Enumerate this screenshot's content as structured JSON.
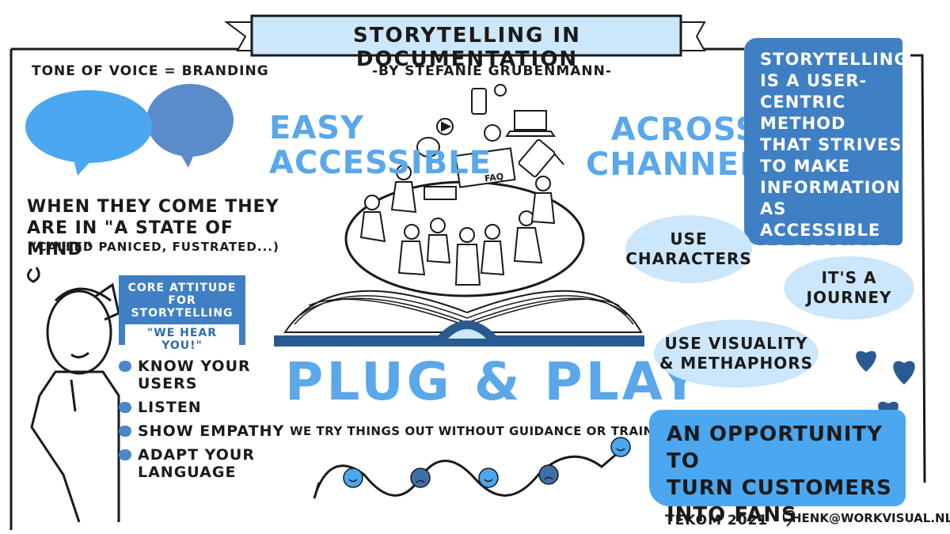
{
  "title": "STORYTELLING IN DOCUMENTATION",
  "author": "-BY STEFANIE GRUBENMANN-",
  "tone_of_voice": "TONE OF VOICE = BRANDING",
  "state_of_mind": {
    "line1": "WHEN THEY COME THEY",
    "line2": "ARE IN \"A STATE OF MIND\"",
    "sub": "(CALLED PANICED, FUSTRATED...)"
  },
  "core_attitude": {
    "line1": "CORE ATTITUDE",
    "line2": "FOR STORYTELLING",
    "quote": "\"WE HEAR YOU!\""
  },
  "tips": [
    {
      "line1": "KNOW YOUR",
      "line2": "USERS"
    },
    {
      "line1": "LISTEN",
      "line2": ""
    },
    {
      "line1": "SHOW EMPATHY",
      "line2": ""
    },
    {
      "line1": "ADAPT YOUR",
      "line2": "LANGUAGE"
    }
  ],
  "easy": {
    "line1": "EASY",
    "line2": "ACCESSIBLE"
  },
  "across": {
    "line1": "ACROSS",
    "line2": "CHANNELS"
  },
  "faq_label": "FAQ",
  "plug_play": "PLUG & PLAY",
  "try_things": "WE TRY THINGS OUT WITHOUT GUIDANCE OR TRAINING",
  "definition": [
    "STORYTELLING",
    "IS A USER-",
    "CENTRIC METHOD",
    "THAT STRIVES",
    "TO MAKE",
    "INFORMATION",
    "AS ACCESSIBLE",
    "AS POSSIBLE"
  ],
  "ovals": {
    "characters": {
      "line1": "USE",
      "line2": "CHARACTERS"
    },
    "journey": {
      "line1": "IT'S A",
      "line2": "JOURNEY"
    },
    "visuality": {
      "line1": "USE VISUALITY",
      "line2": "& METHAPHORS"
    }
  },
  "fans": {
    "line1": "AN OPPORTUNITY TO",
    "line2": "TURN CUSTOMERS",
    "line3": "INTO FANS"
  },
  "footer": {
    "event": "TEKOM 2021",
    "email": "HENK@WORKVISUAL.NL"
  },
  "colors": {
    "light_blue": "#5aa7ea",
    "mid_blue": "#3f7fc4",
    "dark_blue": "#2b5a93",
    "pale_blue": "#cce6fb"
  },
  "journey_faces": [
    "happy",
    "sad",
    "happy",
    "sad",
    "happy"
  ]
}
